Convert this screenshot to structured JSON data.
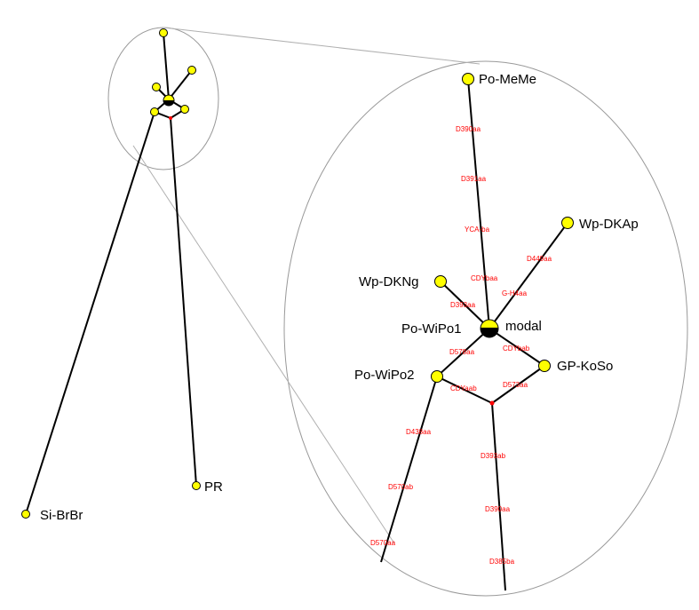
{
  "colors": {
    "node_fill": "#ffff00",
    "node_stroke": "#000000",
    "edge": "#000000",
    "median_vector": "#ff0000",
    "mutation_label": "#ff0000",
    "zoom_ellipse": "#999999",
    "zoom_connector": "#b0b0b0",
    "modal_half_fill": "#000000"
  },
  "overview": {
    "labels": {
      "pr": "PR",
      "sibrbr": "Si-BrBr"
    }
  },
  "zoom": {
    "nodes": {
      "pomeme": "Po-MeMe",
      "wpdkap": "Wp-DKAp",
      "wpdkng": "Wp-DKNg",
      "modal": "modal",
      "powipo1": "Po-WiPo1",
      "powipo2": "Po-WiPo2",
      "gpkoso": "GP-KoSo"
    },
    "mutations": {
      "m1": "D390aa",
      "m2": "D391aa",
      "m3": "YCA-ba",
      "m4": "D449aa",
      "m5": "CDYbaa",
      "m6": "G-H4aa",
      "m7": "D393aa",
      "m8": "D578aa",
      "m9": "CDYbab",
      "m10": "CDYaab",
      "m11": "D573aa",
      "m12": "D438aa",
      "m13": "D570ab",
      "m14": "D570aa",
      "m15": "D393ab",
      "m16": "D390aa",
      "m17": "D385ba"
    }
  }
}
